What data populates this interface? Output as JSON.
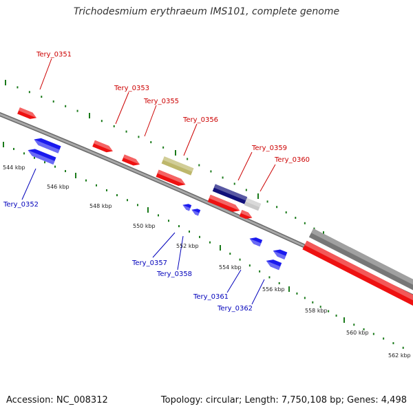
{
  "title": "Trichodesmium erythraeum IMS101, complete genome",
  "footer": {
    "accession": "Accession: NC_008312",
    "summary": "Topology: circular; Length: 7,750,108 bp; Genes: 4,498"
  },
  "colors": {
    "forward_gene": "#ee1111",
    "reverse_gene": "#1a1aee",
    "forward_label": "#cc0000",
    "reverse_label": "#0000bb",
    "backbone": "#8a8a8a",
    "tick": "#1a7a1a"
  },
  "scale_labels": [
    "544 kbp",
    "546 kbp",
    "548 kbp",
    "550 kbp",
    "552 kbp",
    "554 kbp",
    "556 kbp",
    "558 kbp",
    "560 kbp",
    "562 kbp"
  ],
  "genes": [
    {
      "label": "Tery_0351",
      "strand": "forward",
      "color": "#ee1111"
    },
    {
      "label": "Tery_0352",
      "strand": "reverse",
      "color": "#1a1aee"
    },
    {
      "label": "Tery_0353",
      "strand": "forward",
      "color": "#ee1111"
    },
    {
      "label": "Tery_0355",
      "strand": "forward",
      "color": "#ee1111"
    },
    {
      "label": "Tery_0356",
      "strand": "forward",
      "color": "#bdb76b"
    },
    {
      "label": "Tery_0357",
      "strand": "reverse",
      "color": "#1a1aee"
    },
    {
      "label": "Tery_0358",
      "strand": "reverse",
      "color": "#1a1aee"
    },
    {
      "label": "Tery_0359",
      "strand": "forward",
      "color": "#10107a"
    },
    {
      "label": "Tery_0360",
      "strand": "forward",
      "color": "#c8c8c8"
    },
    {
      "label": "Tery_0361",
      "strand": "reverse",
      "color": "#1a1aee"
    },
    {
      "label": "Tery_0362",
      "strand": "reverse",
      "color": "#1a1aee"
    }
  ]
}
